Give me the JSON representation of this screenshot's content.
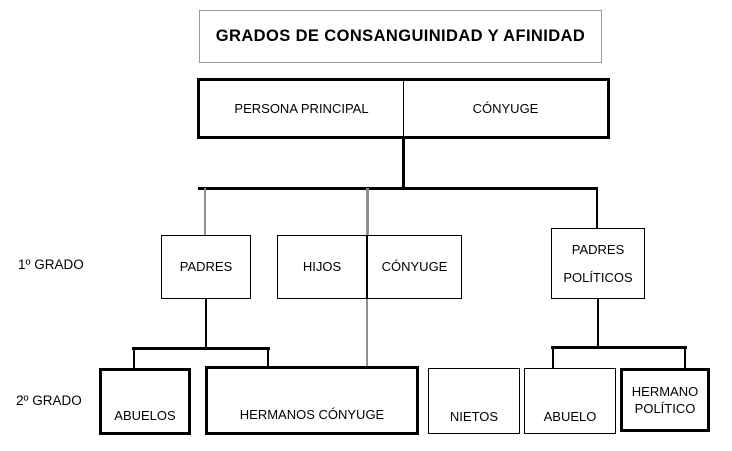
{
  "diagram": {
    "title": "GRADOS DE CONSANGUINIDAD Y AFINIDAD",
    "root": {
      "person": "PERSONA PRINCIPAL",
      "spouse": "CÓNYUGE"
    },
    "grade_labels": {
      "first": "1º GRADO",
      "second": "2º GRADO"
    },
    "level1": {
      "padres": "PADRES",
      "hijos": "HIJOS",
      "conyuge": "CÓNYUGE",
      "padres_politicos_line1": "PADRES",
      "padres_politicos_line2": "POLÍTICOS"
    },
    "level2": {
      "abuelos": "ABUELOS",
      "hermanos_conyuge": "HERMANOS CÓNYUGE",
      "nietos": "NIETOS",
      "abuelo": "ABUELO",
      "hermano_politico_line1": "HERMANO",
      "hermano_politico_line2": "POLÍTICO"
    },
    "colors": {
      "stroke": "#000000",
      "stroke_light": "#8f8f8f",
      "background": "#ffffff"
    }
  }
}
